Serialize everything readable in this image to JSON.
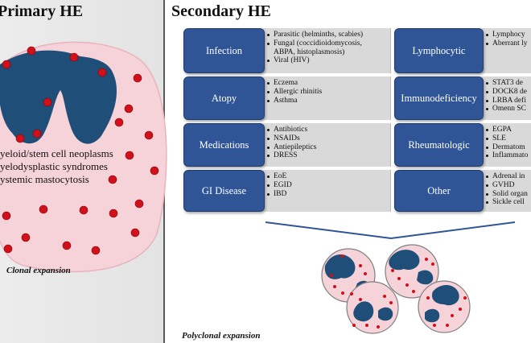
{
  "primary": {
    "title": "Primary HE",
    "items": [
      "yeloid/stem cell neoplasms",
      "yelodysplastic syndromes",
      "ystemic mastocytosis"
    ],
    "caption": "Clonal expansion"
  },
  "secondary": {
    "title": "Secondary HE",
    "left_categories": [
      {
        "label": "Infection",
        "details": [
          "Parasitic (helminths, scabies)",
          "Fungal (coccidioidomycosis,",
          "ABPA, histoplasmosis)",
          "Viral (HIV)"
        ]
      },
      {
        "label": "Atopy",
        "details": [
          "Eczema",
          "Allergic rhinitis",
          "Asthma"
        ]
      },
      {
        "label": "Medications",
        "details": [
          "Antibiotics",
          "NSAIDs",
          "Antiepileptics",
          "DRESS"
        ]
      },
      {
        "label": "GI Disease",
        "details": [
          "EoE",
          "EGID",
          "IBD"
        ]
      }
    ],
    "right_categories": [
      {
        "label": "Lymphocytic",
        "details": [
          "Lymphocy",
          "Aberrant ly"
        ]
      },
      {
        "label": "Immunodeficiency",
        "details": [
          "STAT3 de",
          "DOCK8 de",
          "LRBA defi",
          "Omenn SC"
        ]
      },
      {
        "label": "Rheumatologic",
        "details": [
          "EGPA",
          "SLE",
          "Dermatom",
          "Inflammato"
        ]
      },
      {
        "label": "Other",
        "details": [
          "Adrenal in",
          "GVHD",
          "Solid organ",
          "Sickle cell"
        ]
      }
    ],
    "caption": "Polyclonal expansion"
  },
  "colors": {
    "category_fill": "#2f5597",
    "details_fill": "#d9d9d9",
    "cell_fill": "#f6d3d9",
    "nucleus": "#1f4e79",
    "granule": "#d0101a"
  }
}
